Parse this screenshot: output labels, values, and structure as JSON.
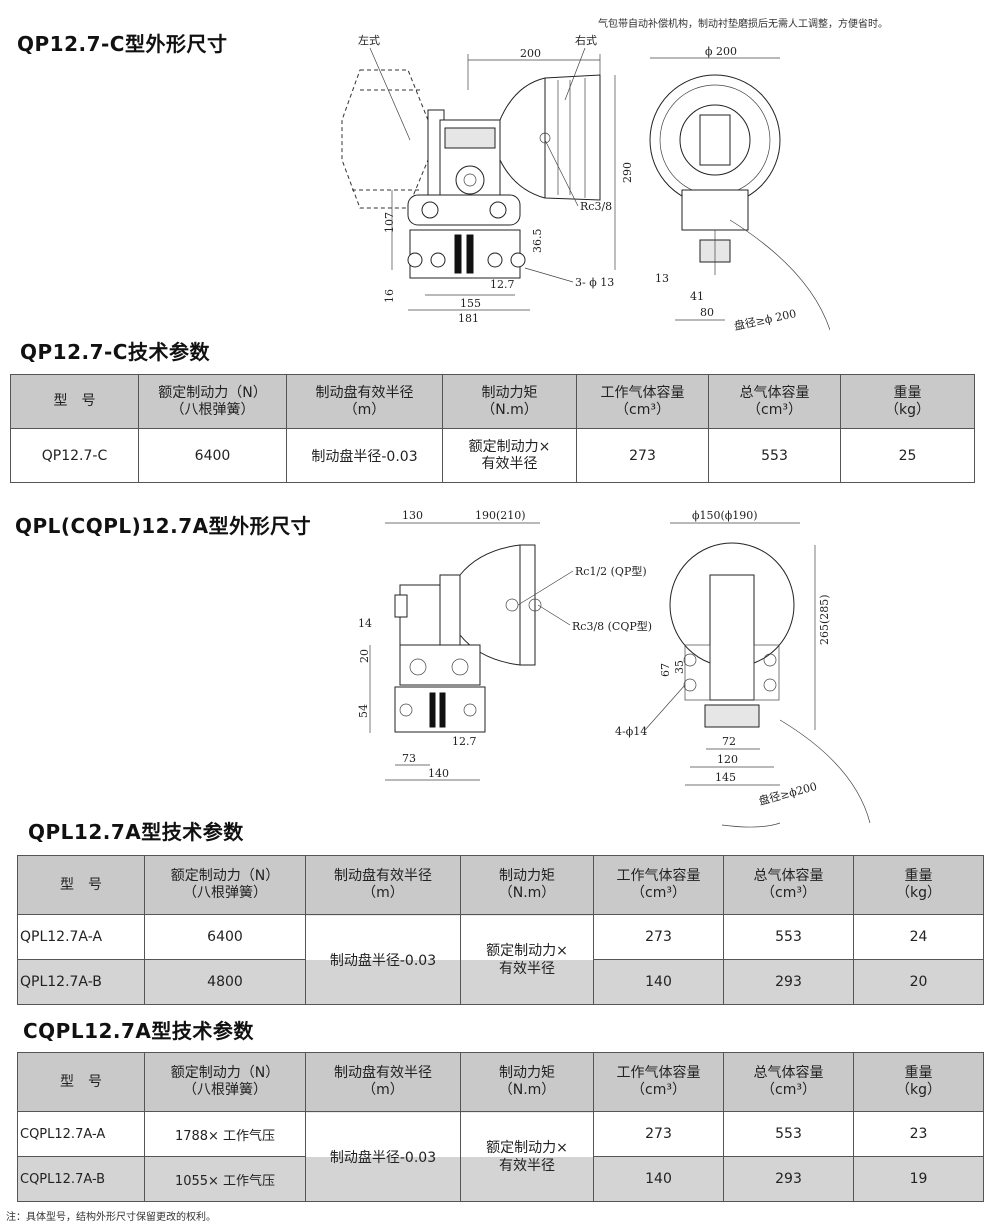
{
  "top_note": "气包带自动补偿机构，制动衬垫磨损后无需人工调整，方便省时。",
  "section1": {
    "dim_title": "QP12.7-C型外形尺寸",
    "spec_title": "QP12.7-C技术参数",
    "drawing_labels": {
      "left_style": "左式",
      "right_style": "右式",
      "d200": "200",
      "phi200": "ϕ 200",
      "d290": "290",
      "rc": "Rc3/8",
      "d107": "107",
      "d365": "36.5",
      "d127": "12.7",
      "d16": "16",
      "d155": "155",
      "d181": "181",
      "holes": "3- ϕ 13",
      "d13": "13",
      "d41": "41",
      "d80": "80",
      "disc": "盘径≥ϕ 200"
    }
  },
  "section2": {
    "dim_title": "QPL(CQPL)12.7A型外形尺寸",
    "spec_title": "QPL12.7A型技术参数",
    "drawing_labels": {
      "d130": "130",
      "d190": "190(210)",
      "phi150": "ϕ150(ϕ190)",
      "rc12": "Rc1/2 (QP型)",
      "rc38": "Rc3/8 (CQP型)",
      "d14": "14",
      "d20": "20",
      "d54": "54",
      "d127": "12.7",
      "d73": "73",
      "d140": "140",
      "d265": "265(285)",
      "d67": "67",
      "d35": "35",
      "holes": "4-ϕ14",
      "d72": "72",
      "d120": "120",
      "d145": "145",
      "disc": "盘径≥ϕ200"
    }
  },
  "section3": {
    "spec_title": "CQPL12.7A型技术参数"
  },
  "headers": {
    "model": "型　号",
    "force_l1": "额定制动力（N）",
    "force_l2": "（八根弹簧）",
    "radius_l1": "制动盘有效半径",
    "radius_l2": "（m）",
    "torque_l1": "制动力矩",
    "torque_l2": "（N.m）",
    "work_l1": "工作气体容量",
    "work_l2": "（cm³）",
    "total_l1": "总气体容量",
    "total_l2": "（cm³）",
    "weight_l1": "重量",
    "weight_l2": "（kg）"
  },
  "table1": {
    "row": {
      "model": "QP12.7-C",
      "force": "6400",
      "radius": "制动盘半径-0.03",
      "torque_l1": "额定制动力×",
      "torque_l2": "有效半径",
      "work": "273",
      "total": "553",
      "weight": "25"
    }
  },
  "table2": {
    "shared_radius": "制动盘半径-0.03",
    "shared_torque_l1": "额定制动力×",
    "shared_torque_l2": "有效半径",
    "rows": [
      {
        "model": "QPL12.7A-A",
        "force": "6400",
        "work": "273",
        "total": "553",
        "weight": "24"
      },
      {
        "model": "QPL12.7A-B",
        "force": "4800",
        "work": "140",
        "total": "293",
        "weight": "20"
      }
    ]
  },
  "table3": {
    "shared_radius": "制动盘半径-0.03",
    "shared_torque_l1": "额定制动力×",
    "shared_torque_l2": "有效半径",
    "rows": [
      {
        "model": "CQPL12.7A-A",
        "force": "1788× 工作气压",
        "work": "273",
        "total": "553",
        "weight": "23"
      },
      {
        "model": "CQPL12.7A-B",
        "force": "1055× 工作气压",
        "work": "140",
        "total": "293",
        "weight": "19"
      }
    ]
  },
  "footer_note": "注：具体型号，结构外形尺寸保留更改的权利。"
}
